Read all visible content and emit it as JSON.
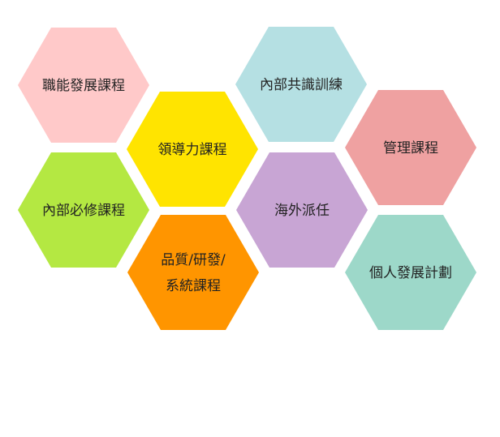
{
  "diagram": {
    "hexagons": [
      {
        "id": "career",
        "lines": [
          "職能發展課程"
        ],
        "color": "#ffc9c9"
      },
      {
        "id": "shared",
        "lines": [
          "內部共識訓練"
        ],
        "color": "#b5e0e3"
      },
      {
        "id": "leadership",
        "lines": [
          "領導力課程"
        ],
        "color": "#ffe400"
      },
      {
        "id": "management",
        "lines": [
          "管理課程"
        ],
        "color": "#efa1a1"
      },
      {
        "id": "internal",
        "lines": [
          "內部必修課程"
        ],
        "color": "#b4e842"
      },
      {
        "id": "overseas",
        "lines": [
          "海外派任"
        ],
        "color": "#c8a5d4"
      },
      {
        "id": "quality",
        "lines": [
          "品質/研發/",
          "系統課程"
        ],
        "color": "#ff9500"
      },
      {
        "id": "personal",
        "lines": [
          "個人發展計劃"
        ],
        "color": "#9dd8c9"
      }
    ]
  }
}
